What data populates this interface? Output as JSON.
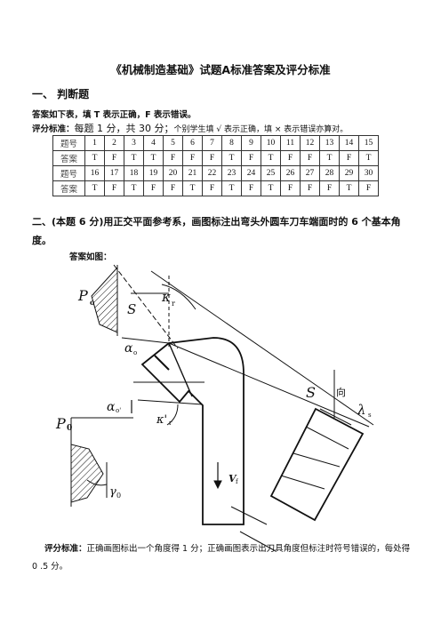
{
  "doc_title": "《机械制造基础》试题A标准答案及评分标准",
  "section1": {
    "heading": "一、 判断题",
    "instruction": "答案如下表，填 T 表示正确，F 表示错误。",
    "scoring_label": "评分标准：",
    "scoring_text_big": "每题 1 分，共 30 分；",
    "scoring_text_small": "个别学生填 √ 表示正确，填 × 表示错误亦算对。"
  },
  "table": {
    "rows": [
      {
        "header": "题号",
        "cells": [
          "1",
          "2",
          "3",
          "4",
          "5",
          "6",
          "7",
          "8",
          "9",
          "10",
          "11",
          "12",
          "13",
          "14",
          "15"
        ]
      },
      {
        "header": "答案",
        "cells": [
          "T",
          "F",
          "T",
          "T",
          "F",
          "F",
          "F",
          "T",
          "F",
          "T",
          "F",
          "F",
          "T",
          "F",
          "T"
        ]
      },
      {
        "header": "题号",
        "cells": [
          "16",
          "17",
          "18",
          "19",
          "20",
          "21",
          "22",
          "23",
          "24",
          "25",
          "26",
          "27",
          "28",
          "29",
          "30"
        ]
      },
      {
        "header": "答案",
        "cells": [
          "T",
          "F",
          "T",
          "F",
          "F",
          "T",
          "F",
          "T",
          "F",
          "T",
          "F",
          "F",
          "F",
          "T",
          "F"
        ]
      }
    ]
  },
  "section2": {
    "heading_prefix": "二、(本题 6 分)",
    "heading_body": "用正交平面参考系，画图标注出弯头外圆车刀车端面时的 6 个基本角度。",
    "answer_label": "答案如图：",
    "scoring_label": "评分标准：",
    "scoring_text": "正确画图标出一个角度得 1 分；正确画图表示出刀具角度但标注时符号错误的，每处得 0 .5 分。"
  },
  "figure": {
    "labels": {
      "p_o_top": "P",
      "p_o_top_sub": "o",
      "s_left": "S",
      "kappa_r": "κ",
      "kappa_r_sub": "r",
      "alpha_o": "α",
      "alpha_o_sub": "o",
      "alpha_o_prime": "α",
      "alpha_o_prime_sub": "o'",
      "kappa_r_prime": "κ'",
      "kappa_r_prime_sub": "r",
      "p_0_bottom": "P",
      "p_0_bottom_sub": "0",
      "gamma_0": "γ",
      "gamma_0_sub": "0",
      "v_f": "V",
      "v_f_sub": "f",
      "s_view": "S",
      "s_view_suffix": "向",
      "lambda_s": "λ",
      "lambda_s_sub": "s"
    }
  }
}
